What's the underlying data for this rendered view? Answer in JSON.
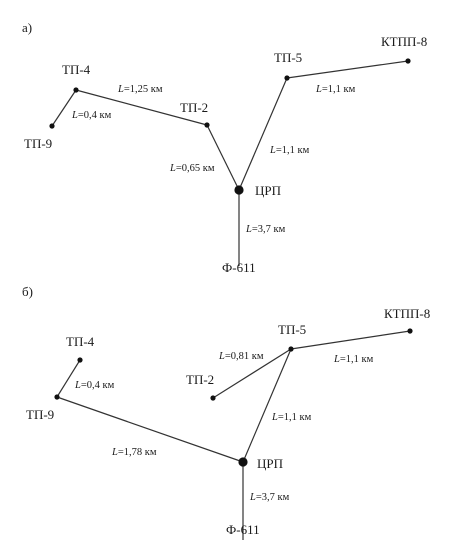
{
  "panels": [
    {
      "label": "а)",
      "nodes": [
        {
          "id": "tp4",
          "label": "ТП-4",
          "size": "small"
        },
        {
          "id": "tp9",
          "label": "ТП-9",
          "size": "small"
        },
        {
          "id": "tp2",
          "label": "ТП-2",
          "size": "small"
        },
        {
          "id": "tp5",
          "label": "ТП-5",
          "size": "small"
        },
        {
          "id": "ktpp8",
          "label": "КТПП-8",
          "size": "small"
        },
        {
          "id": "crp",
          "label": "ЦРП",
          "size": "large"
        },
        {
          "id": "f611",
          "label": "Ф-611",
          "size": "none"
        }
      ],
      "edges": [
        {
          "from": "tp4",
          "to": "tp9",
          "var": "L",
          "value": "=0,4 км"
        },
        {
          "from": "tp4",
          "to": "tp2",
          "var": "L",
          "value": "=1,25 км"
        },
        {
          "from": "tp2",
          "to": "crp",
          "var": "L",
          "value": "=0,65 км"
        },
        {
          "from": "crp",
          "to": "tp5",
          "var": "L",
          "value": "=1,1 км"
        },
        {
          "from": "tp5",
          "to": "ktpp8",
          "var": "L",
          "value": "=1,1 км"
        },
        {
          "from": "crp",
          "to": "f611",
          "var": "L",
          "value": "=3,7 км"
        }
      ]
    },
    {
      "label": "б)",
      "nodes": [
        {
          "id": "tp4",
          "label": "ТП-4",
          "size": "small"
        },
        {
          "id": "tp9",
          "label": "ТП-9",
          "size": "small"
        },
        {
          "id": "tp2",
          "label": "ТП-2",
          "size": "small"
        },
        {
          "id": "tp5",
          "label": "ТП-5",
          "size": "small"
        },
        {
          "id": "ktpp8",
          "label": "КТПП-8",
          "size": "small"
        },
        {
          "id": "crp",
          "label": "ЦРП",
          "size": "large"
        },
        {
          "id": "f611",
          "label": "Ф-611",
          "size": "none"
        }
      ],
      "edges": [
        {
          "from": "tp4",
          "to": "tp9",
          "var": "L",
          "value": "=0,4 км"
        },
        {
          "from": "tp9",
          "to": "crp",
          "var": "L",
          "value": "=1,78 км"
        },
        {
          "from": "tp2",
          "to": "tp5",
          "var": "L",
          "value": "=0,81 км"
        },
        {
          "from": "tp5",
          "to": "ktpp8",
          "var": "L",
          "value": "=1,1 км"
        },
        {
          "from": "crp",
          "to": "tp5",
          "var": "L",
          "value": "=1,1 км"
        },
        {
          "from": "crp",
          "to": "f611",
          "var": "L",
          "value": "=3,7 км"
        }
      ]
    }
  ]
}
